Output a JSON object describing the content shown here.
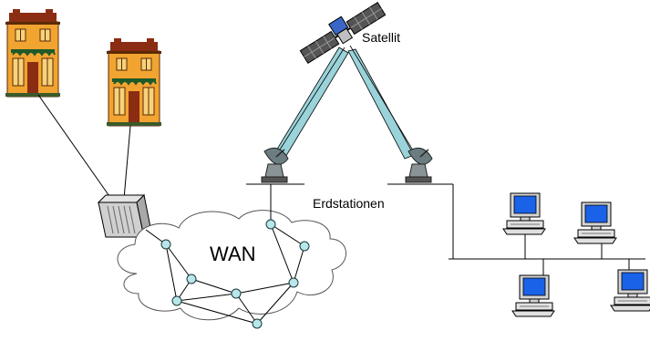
{
  "labels": {
    "satellite": "Satellit",
    "ground_stations": "Erdstationen",
    "wan": "WAN"
  },
  "colors": {
    "house_wall": "#f2a431",
    "house_roof": "#8a2d12",
    "house_window": "#f7d27a",
    "house_trim": "#1f5a2a",
    "screen": "#1a62e8",
    "beam": "#9ad3d9",
    "node": "#b8e6ea",
    "cloud_stroke": "#555555"
  },
  "icons": [
    "house-icon",
    "satellite-icon",
    "dish-antenna-icon",
    "desktop-computer-icon",
    "router-cabinet-icon",
    "cloud-icon",
    "network-node-icon"
  ]
}
